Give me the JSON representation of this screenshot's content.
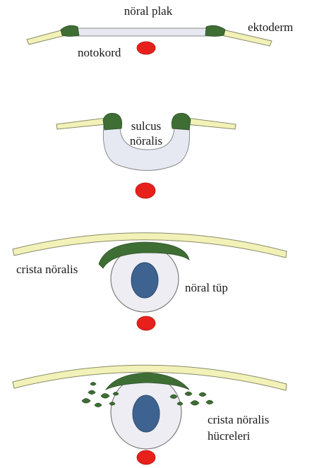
{
  "stage1": {
    "label_top": "nöral plak",
    "label_right": "ektoderm",
    "label_left": "notokord"
  },
  "stage2": {
    "label_line1": "sulcus",
    "label_line2": "nöralis"
  },
  "stage3": {
    "label_left": "crista nöralis",
    "label_right": "nöral tüp"
  },
  "stage4": {
    "label_line1": "crista nöralis",
    "label_line2": "hücreleri"
  },
  "colors": {
    "ectoderm": "#f2f2b8",
    "neural_plate": "#e6e9f2",
    "neural_crest": "#3f6e35",
    "notochord": "#e8201c",
    "neural_tube_lumen": "#3e6390"
  }
}
